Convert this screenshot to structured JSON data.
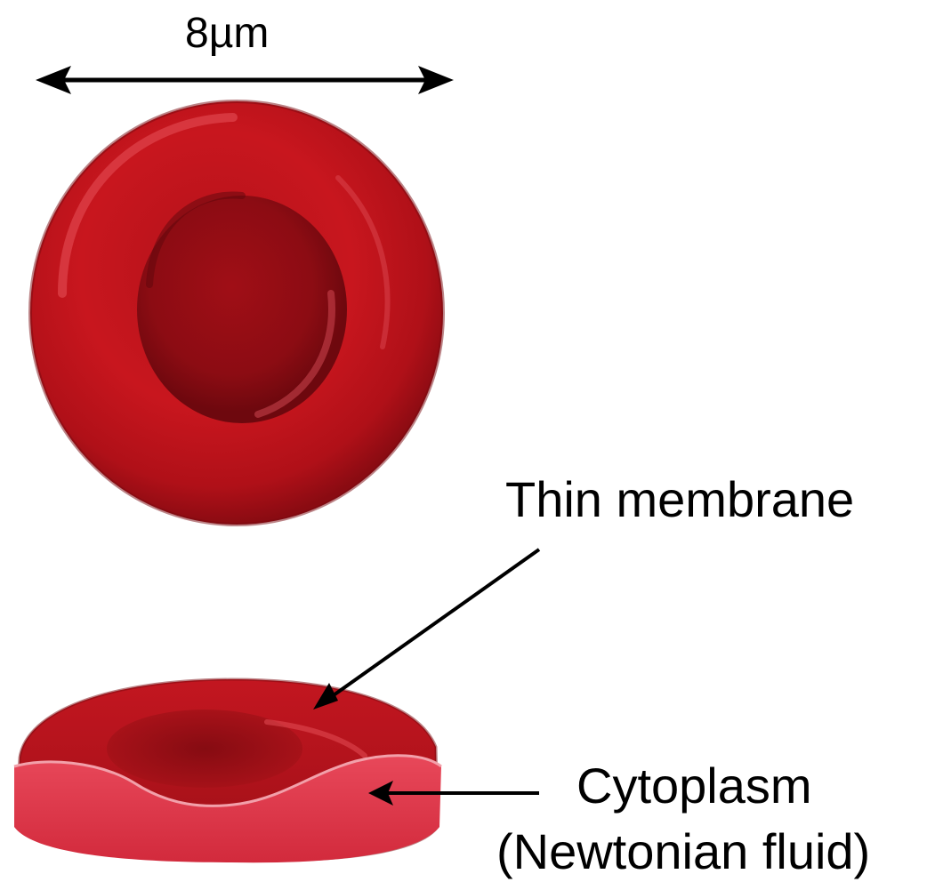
{
  "labels": {
    "scale": "8µm",
    "membrane": "Thin membrane",
    "cytoplasm": "Cytoplasm",
    "fluid": "(Newtonian fluid)"
  },
  "colors": {
    "cell_red": "#c8141c",
    "cell_dark": "#7a0a10",
    "cell_highlight": "#e8525a",
    "cross_section": "#e0384a",
    "arrow": "#000000"
  },
  "icons": {
    "scale_arrow": "double-headed-arrow",
    "pointer_arrow": "arrow"
  }
}
